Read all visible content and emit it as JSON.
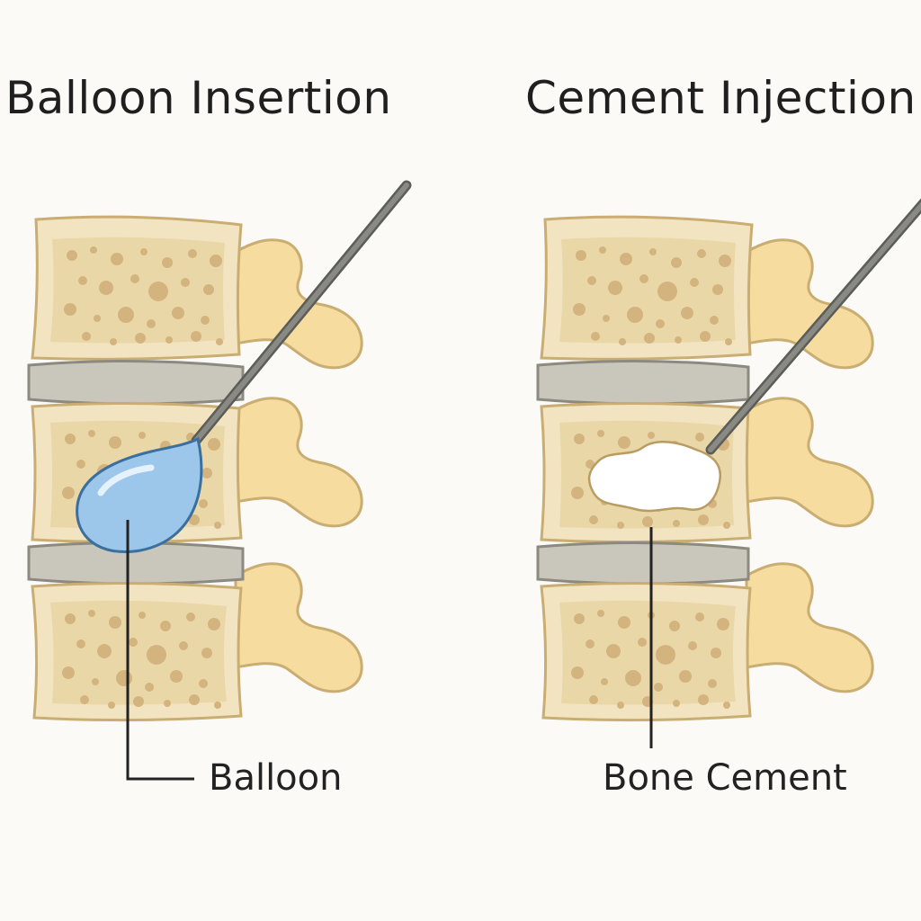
{
  "panels": [
    {
      "title": "Balloon Insertion",
      "callout": "Balloon"
    },
    {
      "title": "Cement Injection",
      "callout": "Bone Cement"
    }
  ],
  "colors": {
    "background": "#fbfaf6",
    "bone_fill": "#f2e4c0",
    "bone_inner": "#ead7a8",
    "bone_outline": "#c9ad72",
    "pore": "#d3b47e",
    "process_fill": "#f6dc9e",
    "disc_fill": "#c9c7bc",
    "disc_outline": "#8c8a80",
    "instrument": "#7f7f7a",
    "balloon_fill": "#9cc7ea",
    "balloon_outline": "#3b6f9d",
    "cement_fill": "#ffffff"
  },
  "icons": [
    "vertebra-illustration",
    "intervertebral-disc",
    "needle-instrument",
    "balloon-shape",
    "bone-cement-shape"
  ]
}
